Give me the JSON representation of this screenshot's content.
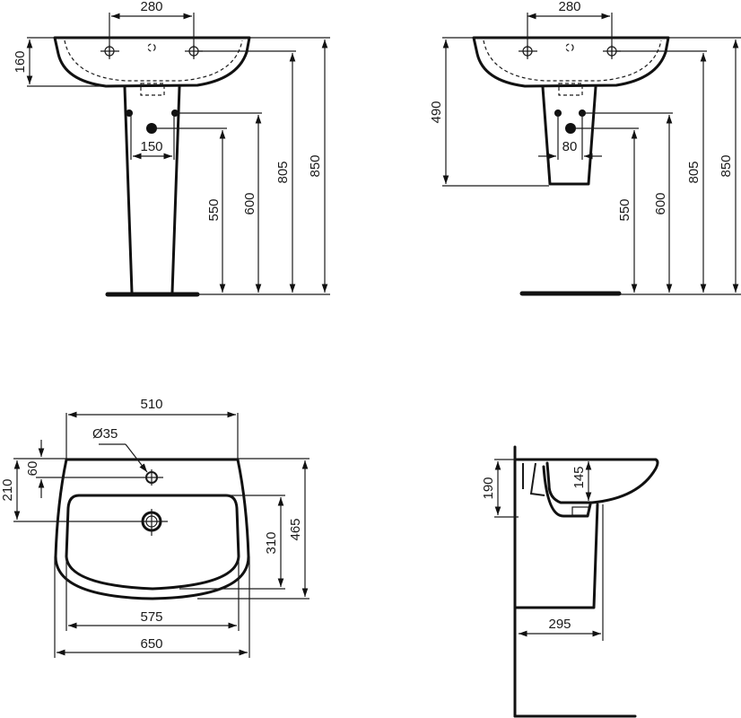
{
  "drawing": {
    "title": "Washbasin technical drawing",
    "ink_color": "#111111",
    "background": "#ffffff",
    "units": "mm"
  },
  "view_front_pedestal": {
    "tap_hole_spacing": "280",
    "basin_depth": "160",
    "supply_spacing": "150",
    "waste_height": "550",
    "supply_height": "600",
    "tap_hole_height": "805",
    "rim_height": "850"
  },
  "view_front_semi_pedestal": {
    "tap_hole_spacing": "280",
    "pedestal_bottom_from_rim": "490",
    "supply_spacing": "80",
    "waste_height": "550",
    "supply_height": "600",
    "tap_hole_height": "805",
    "rim_height": "850"
  },
  "view_top": {
    "rear_width": "510",
    "tap_hole_diameter": "Ø35",
    "tap_hole_from_back": "60",
    "waste_from_back": "210",
    "bowl_depth": "310",
    "overall_depth": "465",
    "bowl_width": "575",
    "overall_width": "650"
  },
  "view_side": {
    "overall_height": "190",
    "bowl_depth": "145",
    "pedestal_projection": "295"
  }
}
